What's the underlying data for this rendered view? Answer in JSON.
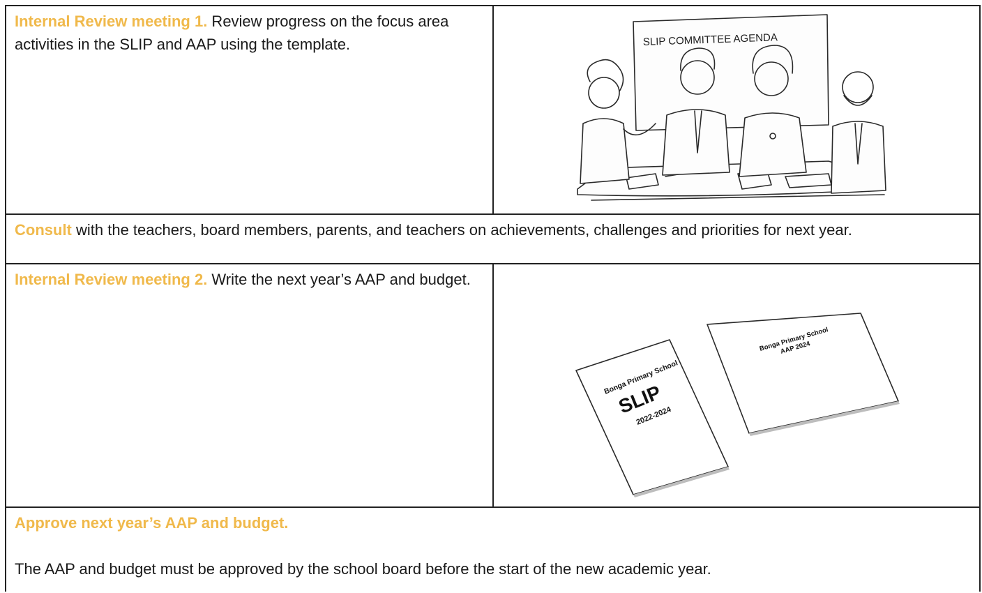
{
  "rows": [
    {
      "highlight": "Internal Review meeting 1.",
      "text": " Review progress on the focus area activities in the SLIP and AAP using the template.",
      "image": {
        "sign_text": "SLIP COMMITTEE AGENDA"
      }
    },
    {
      "highlight": "Consult",
      "text": " with the teachers, board members, parents, and teachers on achievements, challenges and priorities for next year."
    },
    {
      "highlight": "Internal Review meeting 2.",
      "text": " Write the next year’s AAP and budget.",
      "image": {
        "doc1_school": "Bonga Primary School",
        "doc1_title": "SLIP",
        "doc1_years": "2022-2024",
        "doc2_school": "Bonga Primary School",
        "doc2_title": "AAP 2024"
      }
    },
    {
      "highlight": "Approve next year’s AAP and budget.",
      "text": "The AAP and budget must be approved by the school board before the start of the new academic year."
    }
  ],
  "colors": {
    "highlight": "#f0b94b",
    "border": "#222222",
    "text": "#1a1a1a"
  }
}
